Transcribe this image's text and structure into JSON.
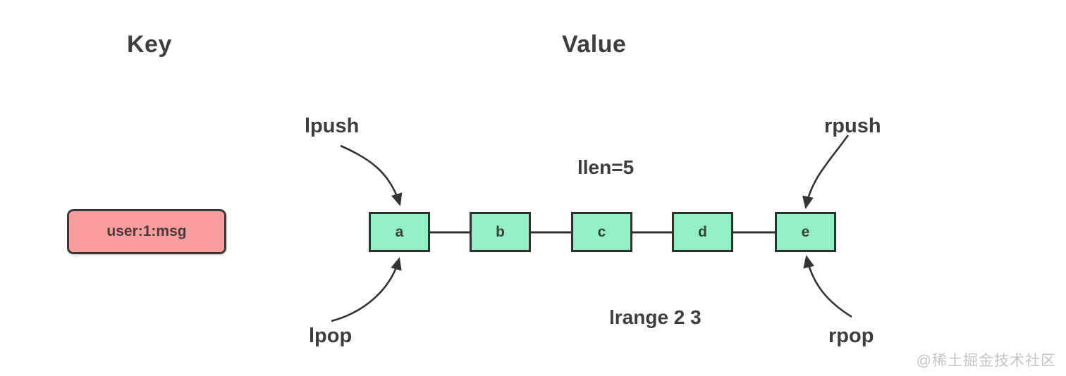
{
  "headers": {
    "key": "Key",
    "value": "Value"
  },
  "key_box": {
    "label": "user:1:msg",
    "fill": "#fa9d9d",
    "border": "#3a3a3a"
  },
  "list": {
    "nodes": [
      "a",
      "b",
      "c",
      "d",
      "e"
    ],
    "fill": "#94efc5",
    "border": "#2f2f2f"
  },
  "operations": {
    "lpush": "lpush",
    "rpush": "rpush",
    "lpop": "lpop",
    "rpop": "rpop"
  },
  "annotations": {
    "llen": "llen=5",
    "lrange": "lrange 2 3"
  },
  "watermark": "@稀土掘金技术社区",
  "colors": {
    "background": "#ffffff",
    "text": "#3d3d3d",
    "arrow": "#333333",
    "watermark": "#c4c4c4"
  }
}
